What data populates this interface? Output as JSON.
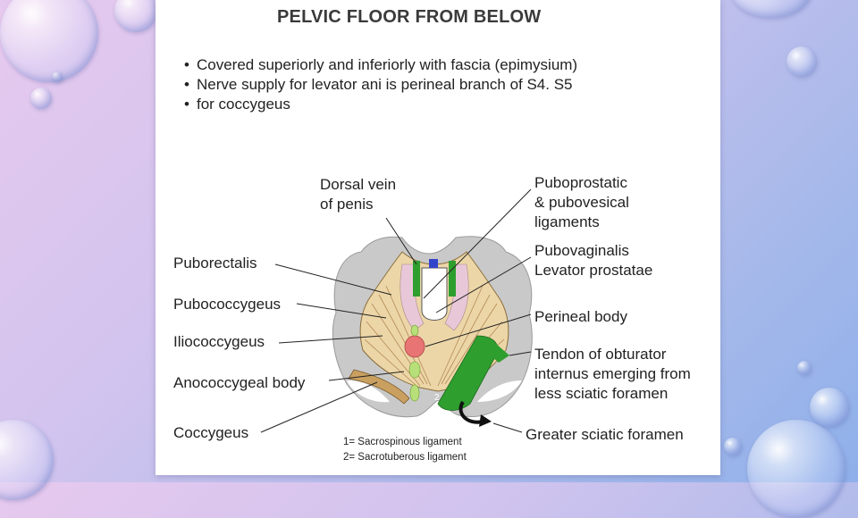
{
  "slide": {
    "title": "PELVIC FLOOR FROM BELOW",
    "bullets": [
      "Covered superiorly and inferiorly with fascia (epimysium)",
      "Nerve supply for levator ani is perineal branch of S4. S5",
      "for  coccygeus"
    ]
  },
  "labels": {
    "dorsal_vein_1": "Dorsal vein",
    "dorsal_vein_2": "of penis",
    "puboprostatic_1": "Puboprostatic",
    "puboprostatic_2": "& pubovesical",
    "puboprostatic_3": "ligaments",
    "pubovaginalis": "Pubovaginalis",
    "levator_prostatae": "Levator prostatae",
    "puborectalis": "Puborectalis",
    "pubococcygeus": "Pubococcygeus",
    "perineal_body": "Perineal body",
    "iliococcygeus": "Iliococcygeus",
    "tendon_1": "Tendon of obturator",
    "tendon_2": "internus emerging from",
    "tendon_3": "less sciatic foramen",
    "anococcygeal_body": "Anococcygeal body",
    "coccygeus": "Coccygeus",
    "greater_sciatic": "Greater sciatic foramen",
    "numeral_2": "2"
  },
  "notes": {
    "note1": "1= Sacrospinous ligament",
    "note2": "2= Sacrotuberous ligament"
  },
  "colors": {
    "bone": "#c9c9c9",
    "muscle": "#ecd6a8",
    "ligament_green": "#2e9e2e",
    "perineal_body": "#e87474",
    "light_green": "#b8e07a"
  }
}
